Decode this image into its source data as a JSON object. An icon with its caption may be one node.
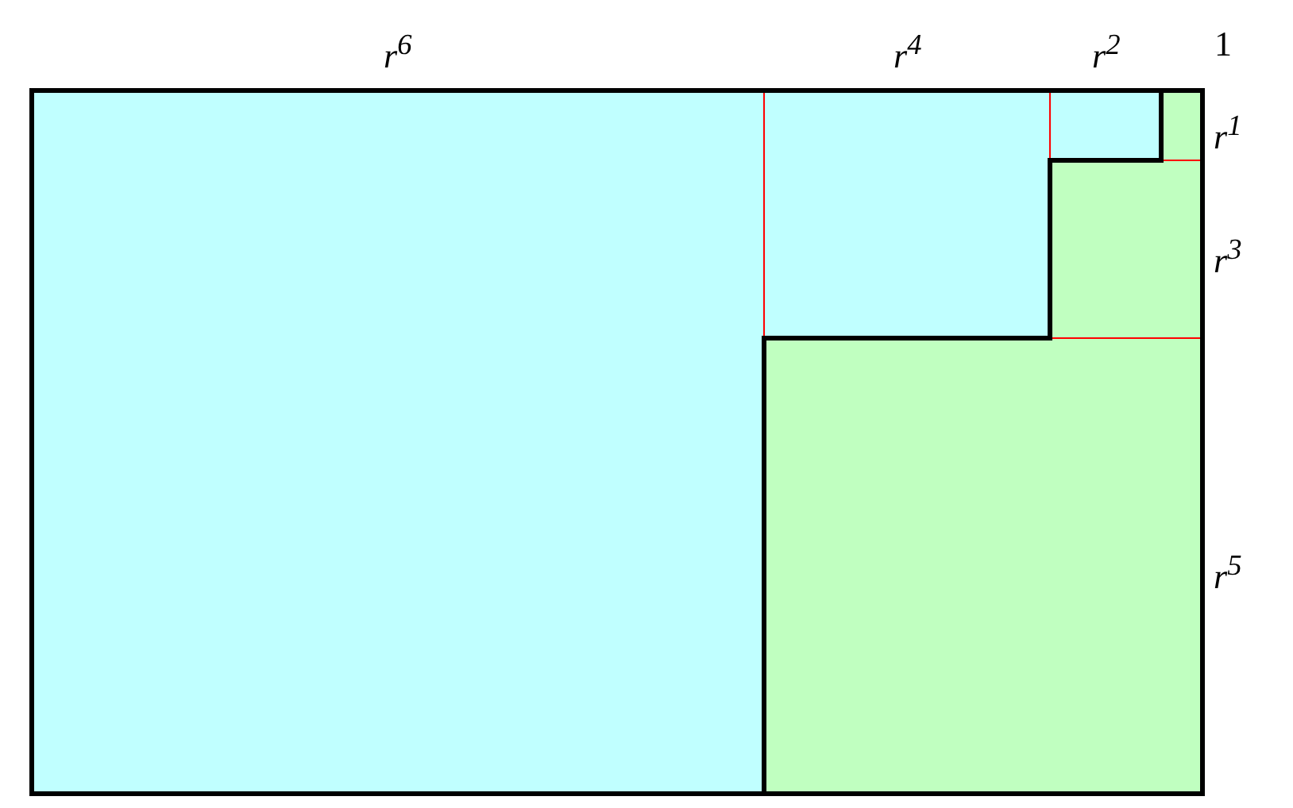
{
  "diagram": {
    "labels": [
      "r$^{6}$",
      "r$^{4}$",
      "r$^{2}$",
      "1",
      "r$^{1}$",
      "r$^{3}$",
      "r$^{5}$"
    ]
  }
}
